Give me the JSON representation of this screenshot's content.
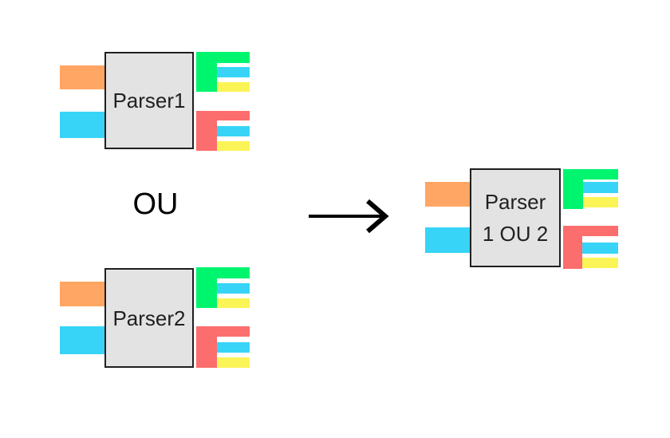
{
  "operator": {
    "label": "OU"
  },
  "parsers": [
    {
      "id": "parser1",
      "label": "Parser1"
    },
    {
      "id": "parser2",
      "label": "Parser2"
    },
    {
      "id": "parser-1-ou-2",
      "label_line1": "Parser",
      "label_line2": "1 OU 2"
    }
  ],
  "icons": {
    "arrow_right": "→"
  },
  "colors": {
    "orange": "#FFA664",
    "cyan": "#38D4F8",
    "green": "#00F56F",
    "red": "#FC6D6D",
    "yellow": "#FBF457",
    "box_fill": "#E3E3E3",
    "box_border": "#1F1F1F",
    "text": "#212121",
    "arrow": "#000000",
    "background": "#FFFFFF"
  }
}
